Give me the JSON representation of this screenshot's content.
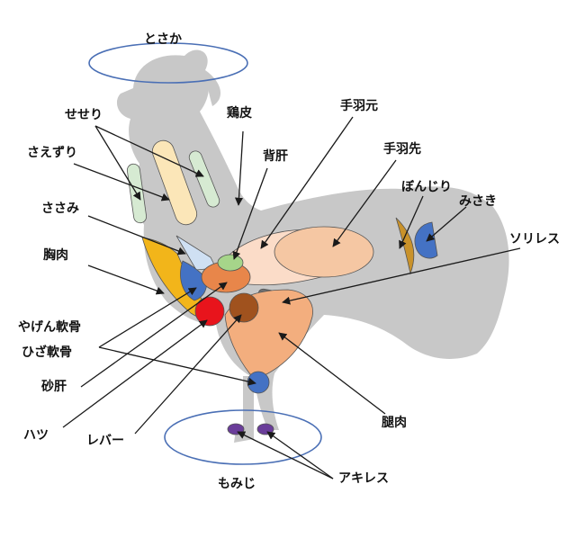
{
  "labels": {
    "tosaka": "とさか",
    "seseri": "せせり",
    "torikawa": "鶏皮",
    "saezuri": "さえずり",
    "sesagimo": "背肝",
    "tebamoto": "手羽元",
    "tebasaki": "手羽先",
    "bonjiri": "ぼんじり",
    "misaki": "みさき",
    "sasami": "ささみ",
    "sorires": "ソリレス",
    "muneniku": "胸肉",
    "yagen": "やげん軟骨",
    "hiza": "ひざ軟骨",
    "sunagimo": "砂肝",
    "hatsu": "ハツ",
    "reba": "レバー",
    "momoniku": "腿肉",
    "momiji": "もみじ",
    "achilles": "アキレス"
  },
  "colors": {
    "silhouette": "#c8c8c8",
    "leader_line": "#1a1a1a",
    "ellipse_outline": "#4a6fb5",
    "seseri": "#d6ead2",
    "saezuri": "#fbe6b8",
    "sasami": "#cfe0f3",
    "muneniku": "#f2b51a",
    "yagen": "#4472c4",
    "hatsu": "#e8141c",
    "reba": "#a0521e",
    "sunagimo": "#e8864a",
    "sesagimo": "#a6d58a",
    "tebamoto": "#fbdcc8",
    "tebasaki": "#f5c7a3",
    "sorires": "#707070",
    "momoniku": "#f3ae7e",
    "hiza": "#4472c4",
    "bonjiri": "#c9922a",
    "misaki": "#4472c4",
    "achilles": "#6a3d9a"
  }
}
